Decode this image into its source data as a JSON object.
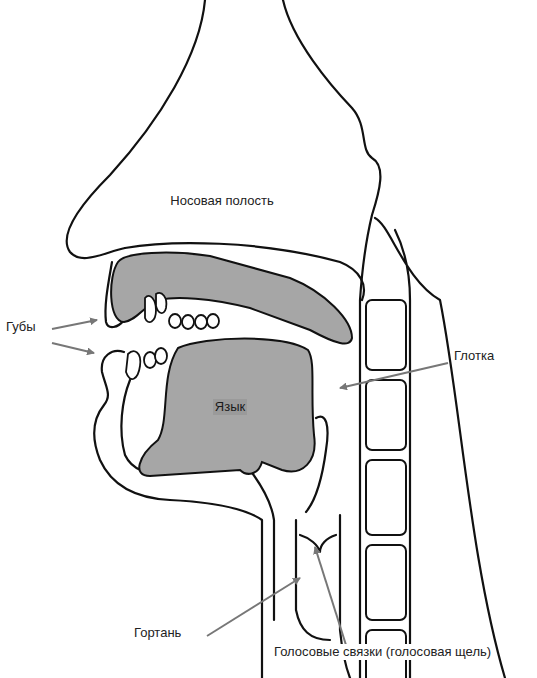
{
  "diagram": {
    "labels": [
      "Носовая полость",
      "Губы",
      "Язык",
      "Глотка",
      "Гортань",
      "Голосовые связки (голосовая щель)"
    ]
  }
}
